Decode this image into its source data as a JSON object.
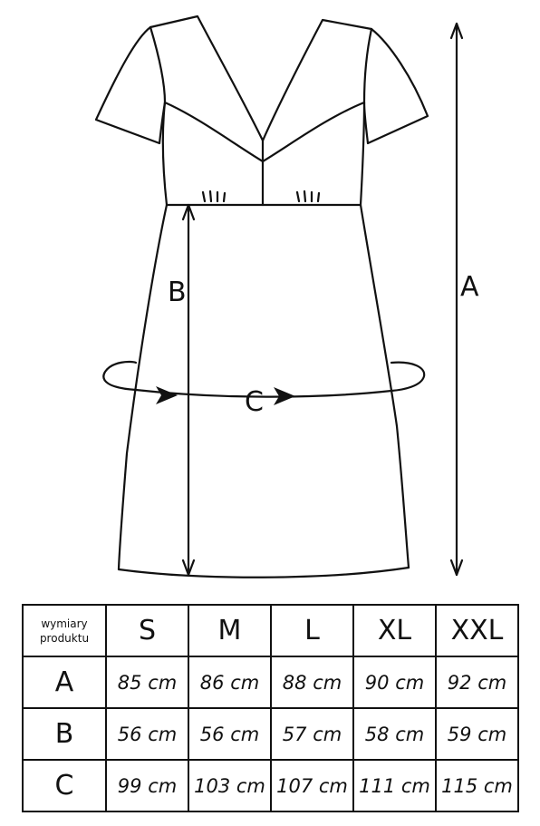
{
  "diagram": {
    "labels": {
      "A": "A",
      "B": "B",
      "C": "C"
    }
  },
  "table": {
    "corner_label_line1": "wymiary",
    "corner_label_line2": "produktu",
    "sizes": [
      "S",
      "M",
      "L",
      "XL",
      "XXL"
    ],
    "rows": [
      {
        "label": "A",
        "values": [
          "85 cm",
          "86 cm",
          "88 cm",
          "90 cm",
          "92 cm"
        ]
      },
      {
        "label": "B",
        "values": [
          "56 cm",
          "56 cm",
          "57 cm",
          "58 cm",
          "59 cm"
        ]
      },
      {
        "label": "C",
        "values": [
          "99 cm",
          "103 cm",
          "107 cm",
          "111 cm",
          "115 cm"
        ]
      }
    ]
  }
}
